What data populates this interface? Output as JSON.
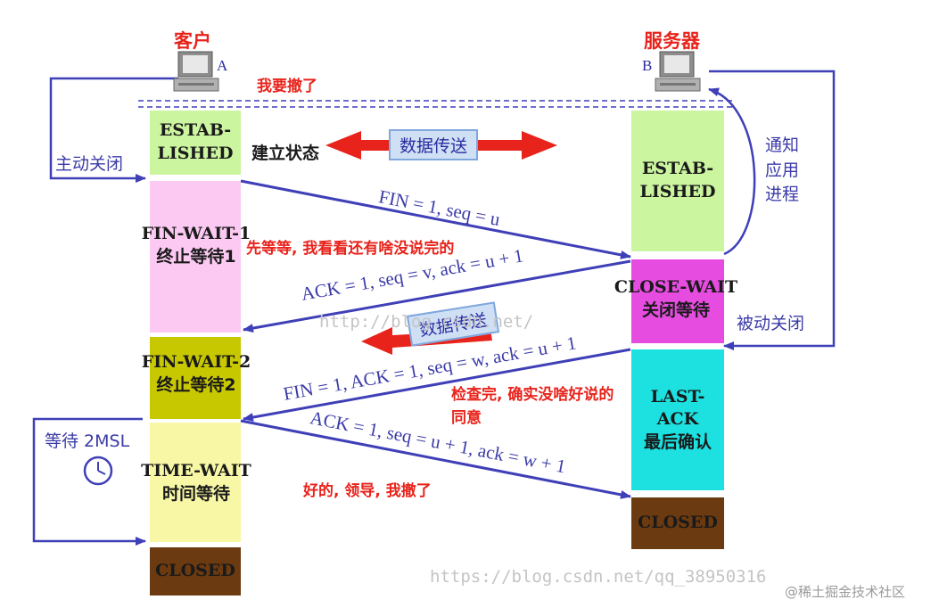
{
  "hosts": {
    "client": {
      "name": "客户",
      "letter": "A"
    },
    "server": {
      "name": "服务器",
      "letter": "B"
    }
  },
  "client_states": {
    "established": [
      "ESTAB-",
      "LISHED"
    ],
    "fin_wait_1": [
      "FIN-WAIT-1",
      "终止等待1"
    ],
    "fin_wait_2": [
      "FIN-WAIT-2",
      "终止等待2"
    ],
    "time_wait": [
      "TIME-WAIT",
      "时间等待"
    ],
    "closed": "CLOSED"
  },
  "server_states": {
    "established": [
      "ESTAB-",
      "LISHED"
    ],
    "close_wait": [
      "CLOSE-WAIT",
      "关闭等待"
    ],
    "last_ack": [
      "LAST-ACK",
      "最后确认"
    ],
    "closed": "CLOSED"
  },
  "established_suffix": "建立状态",
  "data_transfer_label": "数据传送",
  "side_labels": {
    "active_close": "主动关闭",
    "notify_app": [
      "通知",
      "应用",
      "进程"
    ],
    "passive_close": "被动关闭",
    "wait_2msl": "等待 2MSL"
  },
  "messages": {
    "fin1": "FIN = 1, seq = u",
    "ack1": "ACK = 1, seq = v, ack = u + 1",
    "fin2": "FIN = 1, ACK = 1, seq = w, ack = u + 1",
    "ack2": "ACK = 1, seq = u + 1, ack = w + 1"
  },
  "annotations": {
    "a1": "我要撤了",
    "a2": "先等等, 我看看还有啥没说完的",
    "a3_line1": "检查完, 确实没啥好说的",
    "a3_line2": "同意",
    "a4": "好的, 领导, 我撤了"
  },
  "watermarks": {
    "w1": "http://blog.csdn.net/",
    "w2": "https://blog.csdn.net/qq_38950316"
  },
  "footer": "@稀土掘金技术社区",
  "colors": {
    "established": "#ccf5a0",
    "fin_wait_1": "#fbc9f2",
    "fin_wait_2": "#c8c800",
    "time_wait": "#f7f7a6",
    "closed": "#6b3a10",
    "close_wait": "#e64ce0",
    "last_ack": "#1de0e0",
    "arrow": "#3f3fb8",
    "red": "#e8231b"
  }
}
